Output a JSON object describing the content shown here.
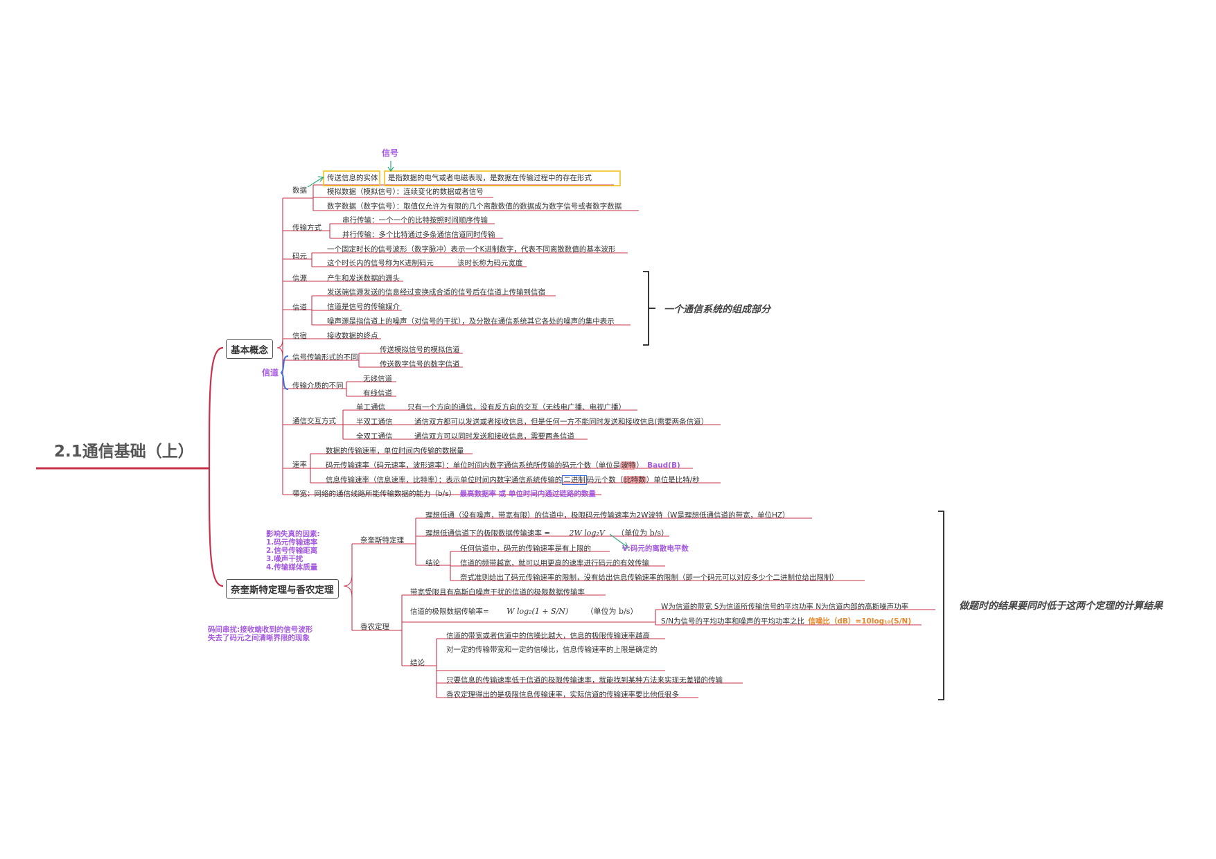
{
  "root": "2.1通信基础（上）",
  "branch1": {
    "title": "基本概念",
    "channel_tag": "信道",
    "data": {
      "label": "数据",
      "signal_tag": "信号",
      "entity": "传送信息的实体",
      "entity_desc": "是指数据的电气或者电磁表现，是数据在传输过程中的存在形式",
      "analog": "模拟数据（模拟信号）：连续变化的数据或者信号",
      "digital": "数字数据（数字信号）：取值仅允许为有限的几个离散数值的数据成为数字信号或者数字数据"
    },
    "transmission": {
      "label": "传输方式",
      "serial": "串行传输：一个一个的比特按照时间顺序传输",
      "parallel": "并行传输：多个比特通过多条通信信道同时传输"
    },
    "symbol": {
      "label": "码元",
      "def1": "一个固定时长的信号波形（数字脉冲）表示一个K进制数字，代表不同离散数值的基本波形",
      "def2a": "这个时长内的信号称为K进制码元",
      "def2b": "该时长称为码元宽度"
    },
    "source": {
      "label": "信源",
      "desc": "产生和发送数据的源头"
    },
    "channel": {
      "label": "信道",
      "d1": "发送端信源发送的信息经过变换成合适的信号后在信道上传输到信宿",
      "d2": "信道是信号的传输媒介",
      "d3": "噪声源是指信道上的噪声（对信号的干扰），及分散在通信系统其它各处的噪声的集中表示"
    },
    "sink": {
      "label": "信宿",
      "desc": "接收数据的终点"
    },
    "system_note": "一个通信系统的组成部分",
    "signal_form": {
      "label": "信号传输形式的不同",
      "a": "传送模拟信号的模拟信道",
      "b": "传送数字信号的数字信道"
    },
    "medium": {
      "label": "传输介质的不同",
      "a": "无线信道",
      "b": "有线信道"
    },
    "interaction": {
      "label": "通信交互方式",
      "simplex": "单工通信",
      "simplex_desc": "只有一个方向的通信，没有反方向的交互（无线电广播、电视广播）",
      "half": "半双工通信",
      "half_desc": "通信双方都可以发送或者接收信息，但是任何一方不能同时发送和接收信息(需要两条信道）",
      "full": "全双工通信",
      "full_desc": "通信双方可以同时发送和接收信息，需要两条信道"
    },
    "rate": {
      "label": "速率",
      "def": "数据的传输速率，单位时间内传输的数据量",
      "baud_a": "码元传输速率（码元速率，波形速率）：单位时间内数字通信系统所传输的码元个数（单位是",
      "baud_hl": "波特",
      "baud_b": "）",
      "baud_note": "Baud(B)",
      "bit_a": "信息传输速率（信息速率，比特率）：表示单位时间内数字通信系统传输的",
      "bit_box": "二进制",
      "bit_b": "码元个数（",
      "bit_hl": "比特数",
      "bit_c": "）单位是比特/秒"
    },
    "bandwidth": "带宽：网络的通信线路所能传输数据的能力（b/s）",
    "bandwidth_note": "最高数据率 或 单位时间内通过链路的数量"
  },
  "branch2": {
    "title": "奈奎斯特定理与香农定理",
    "distortion_note": [
      "影响失真的因素:",
      "1.码元传输速率",
      "2.信号传输距离",
      "3.噪声干扰",
      "4.传输媒体质量"
    ],
    "isi_note": [
      "码间串扰:接收端收到的信号波形",
      "失去了码元之间清晰界限的现象"
    ],
    "nyquist": {
      "label": "奈奎斯特定理",
      "ideal": "理想低通（没有噪声，带宽有限）的信道中，极限码元传输速率为2W波特（W是理想低通信道的带宽，单位HZ）",
      "formula_label": "理想低通信道下的极限数据传输速率 =",
      "formula": "2W log₂V",
      "unit": "（单位为 b/s）",
      "v_note": "V:码元的离散电平数",
      "conclusion": "结论",
      "c1": "任何信道中，码元的传输速率是有上限的",
      "c2": "信道的频带越宽，就可以用更高的速率进行码元的有效传输",
      "c3": "奈式准则给出了码元传输速率的限制，没有给出信息传输速率的限制（即一个码元可以对应多少个二进制位给出限制）"
    },
    "shannon": {
      "label": "香农定理",
      "d1": "带宽受限且有高斯白噪声干扰的信道的极限数据传输率",
      "formula_label": "信道的极限数据传输率=",
      "formula": "W log₂(1 + S/N)",
      "unit": "（单位为 b/s）",
      "vars": "W为信道的带宽  S为信道所传输信号的平均功率 N为信道内部的高斯噪声功率",
      "sn": "S/N为信号的平均功率和噪声的平均功率之比",
      "sn_note": "信噪比（dB）=10log₁₀(S/N)",
      "conclusion": "结论",
      "c1": "信道的带宽或者信道中的信噪比越大，信息的极限传输速率越高",
      "c2": "对一定的传输带宽和一定的信噪比，信息传输速率的上限是确定的",
      "c3": "只要信息的传输速率低于信道的极限传输速率，就能找到某种方法来实现无差错的传输",
      "c4": "香农定理得出的是极限信息传输速率，实际信道的传输速率要比他低很多"
    },
    "calc_note": "做题时的结果要同时低于这两个定理的计算结果"
  },
  "colors": {
    "line": "#c9304a",
    "purple": "#a55be0",
    "yellow": "#f2c21b",
    "green": "#2ea87a",
    "blue": "#3c6fe0"
  }
}
